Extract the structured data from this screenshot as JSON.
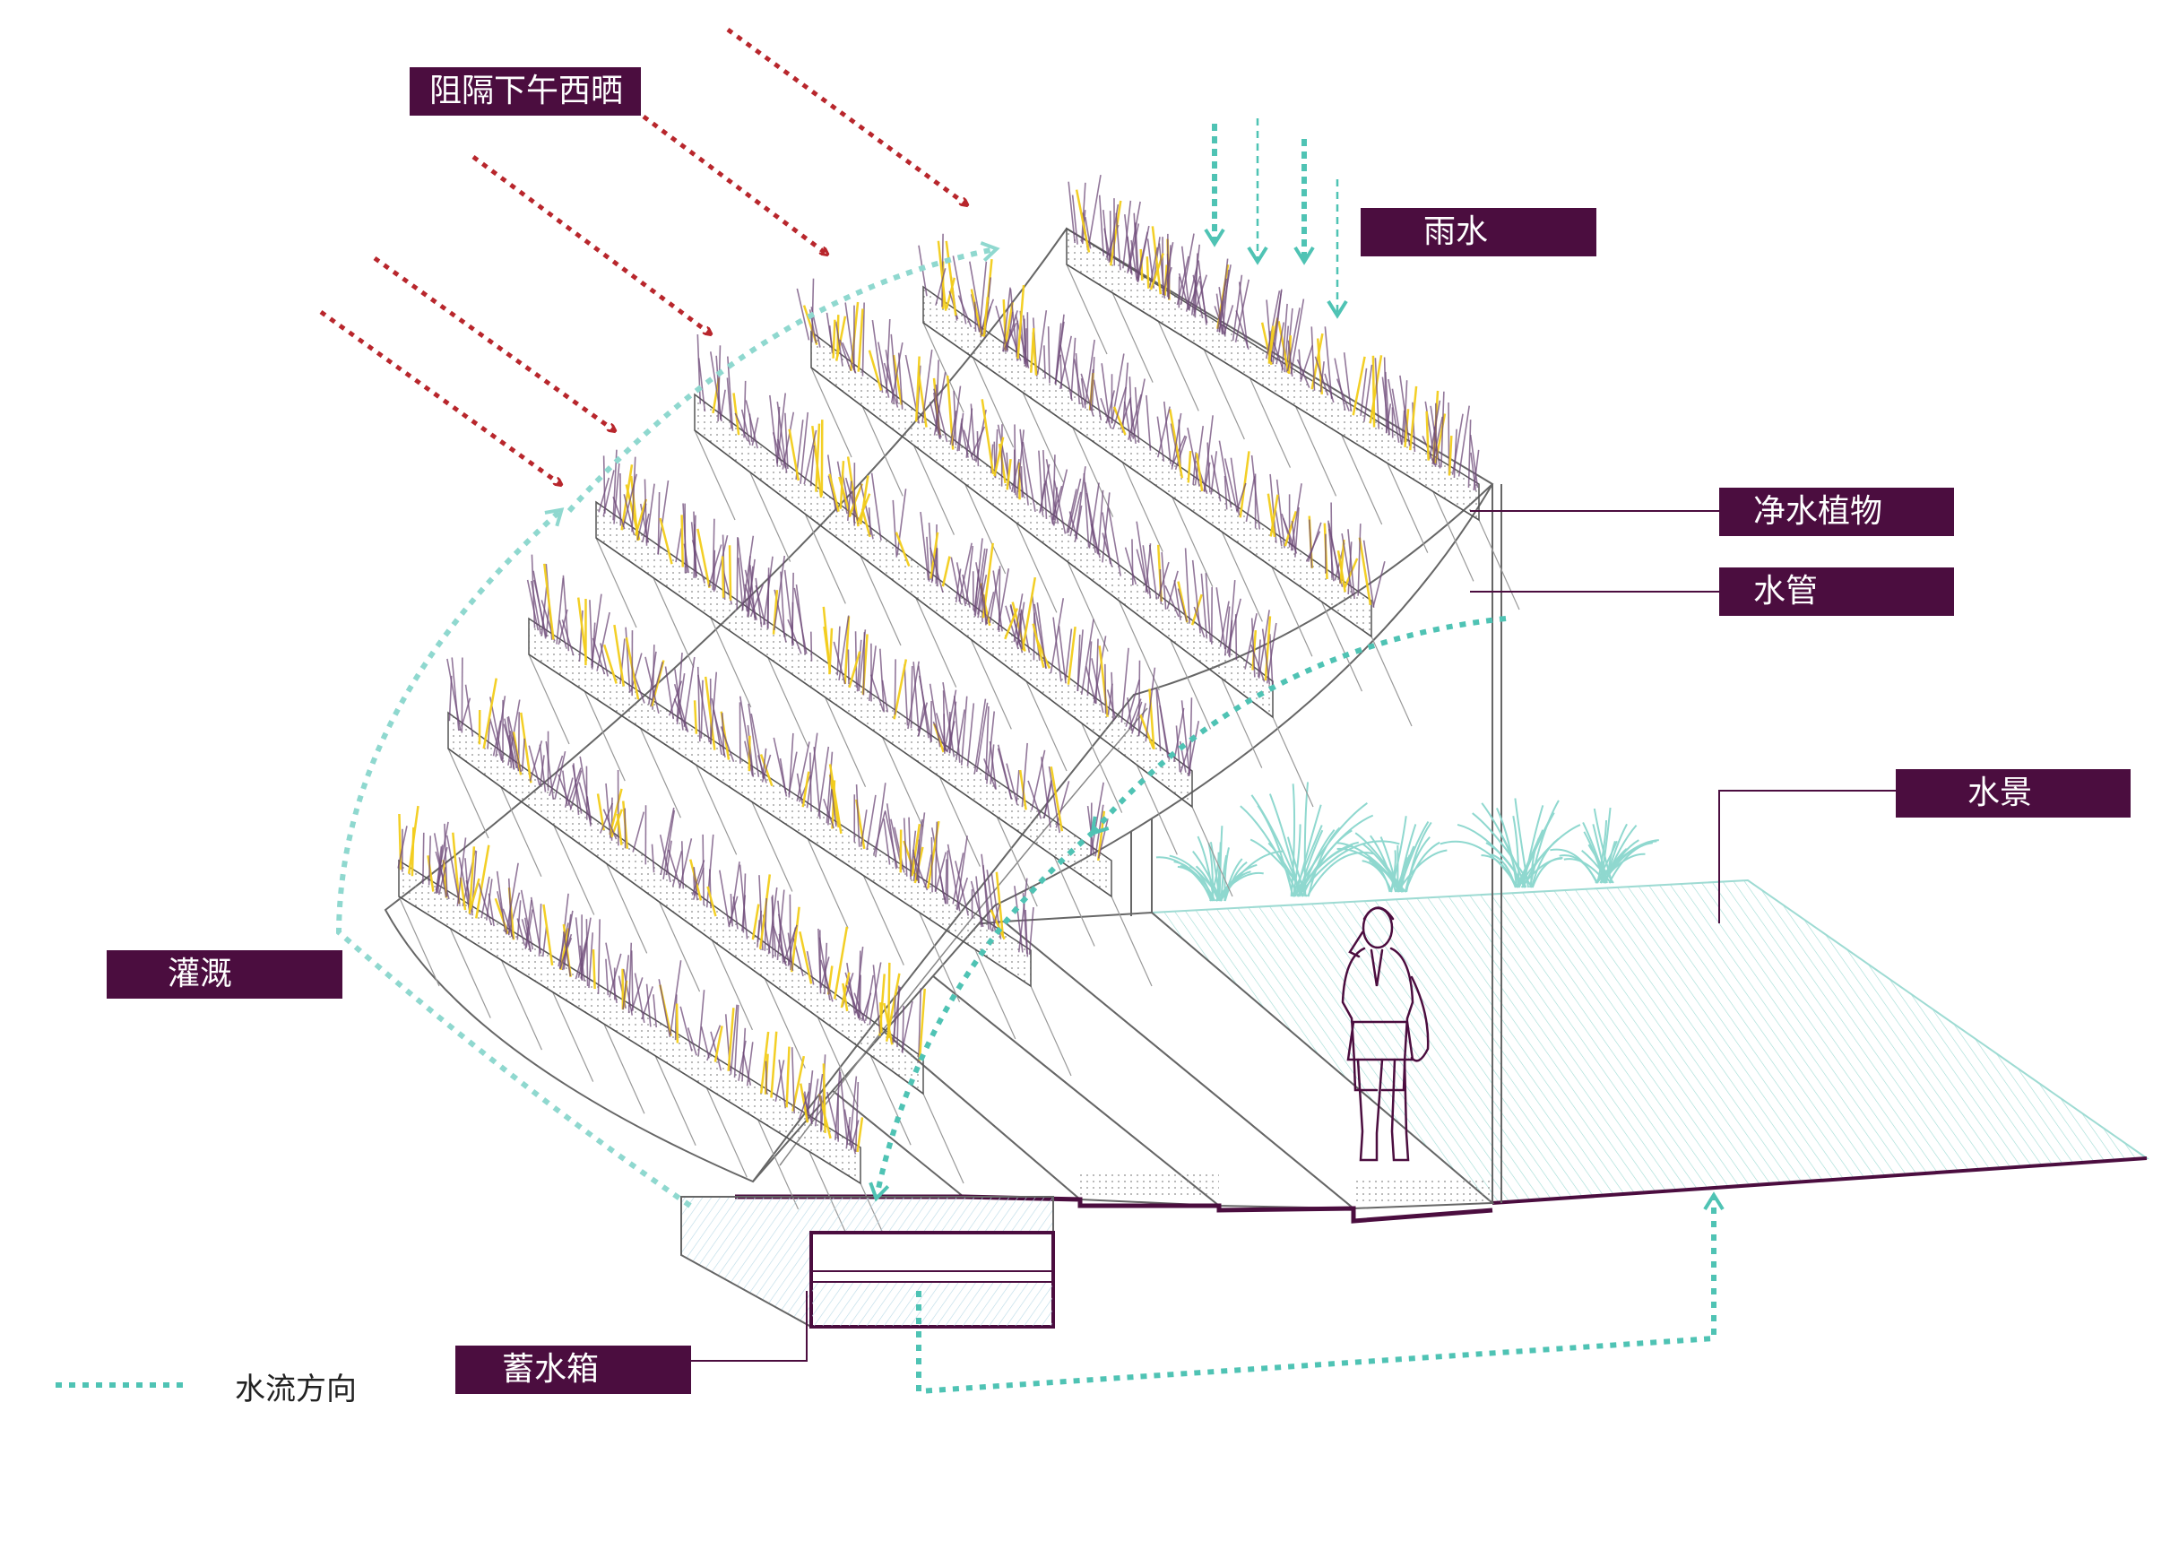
{
  "labels": {
    "block_sun": "阻隔下午西晒",
    "rainwater": "雨水",
    "purifying_plants": "净水植物",
    "water_pipe": "水管",
    "water_feature": "水景",
    "irrigation": "灌溉",
    "water_tank": "蓄水箱"
  },
  "legend": {
    "water_flow_direction": "水流方向"
  },
  "colors": {
    "label_bg": "#4b0d3f",
    "sun_arrow": "#b8262c",
    "water_arrow": "#4fc3b4",
    "water_arrow_light": "#8fd8cf",
    "plant_purple": "#6e4a78",
    "plant_yellow": "#f2cc1a",
    "outline": "#555555",
    "ground_line": "#4b0d3f"
  },
  "icons": {
    "sun_arrows": "red-dotted-arrow",
    "rain_arrows": "teal-dashed-arrow",
    "flow_arrows": "teal-dotted-arrow",
    "person": "standing-person",
    "grass": "ornamental-grass"
  }
}
